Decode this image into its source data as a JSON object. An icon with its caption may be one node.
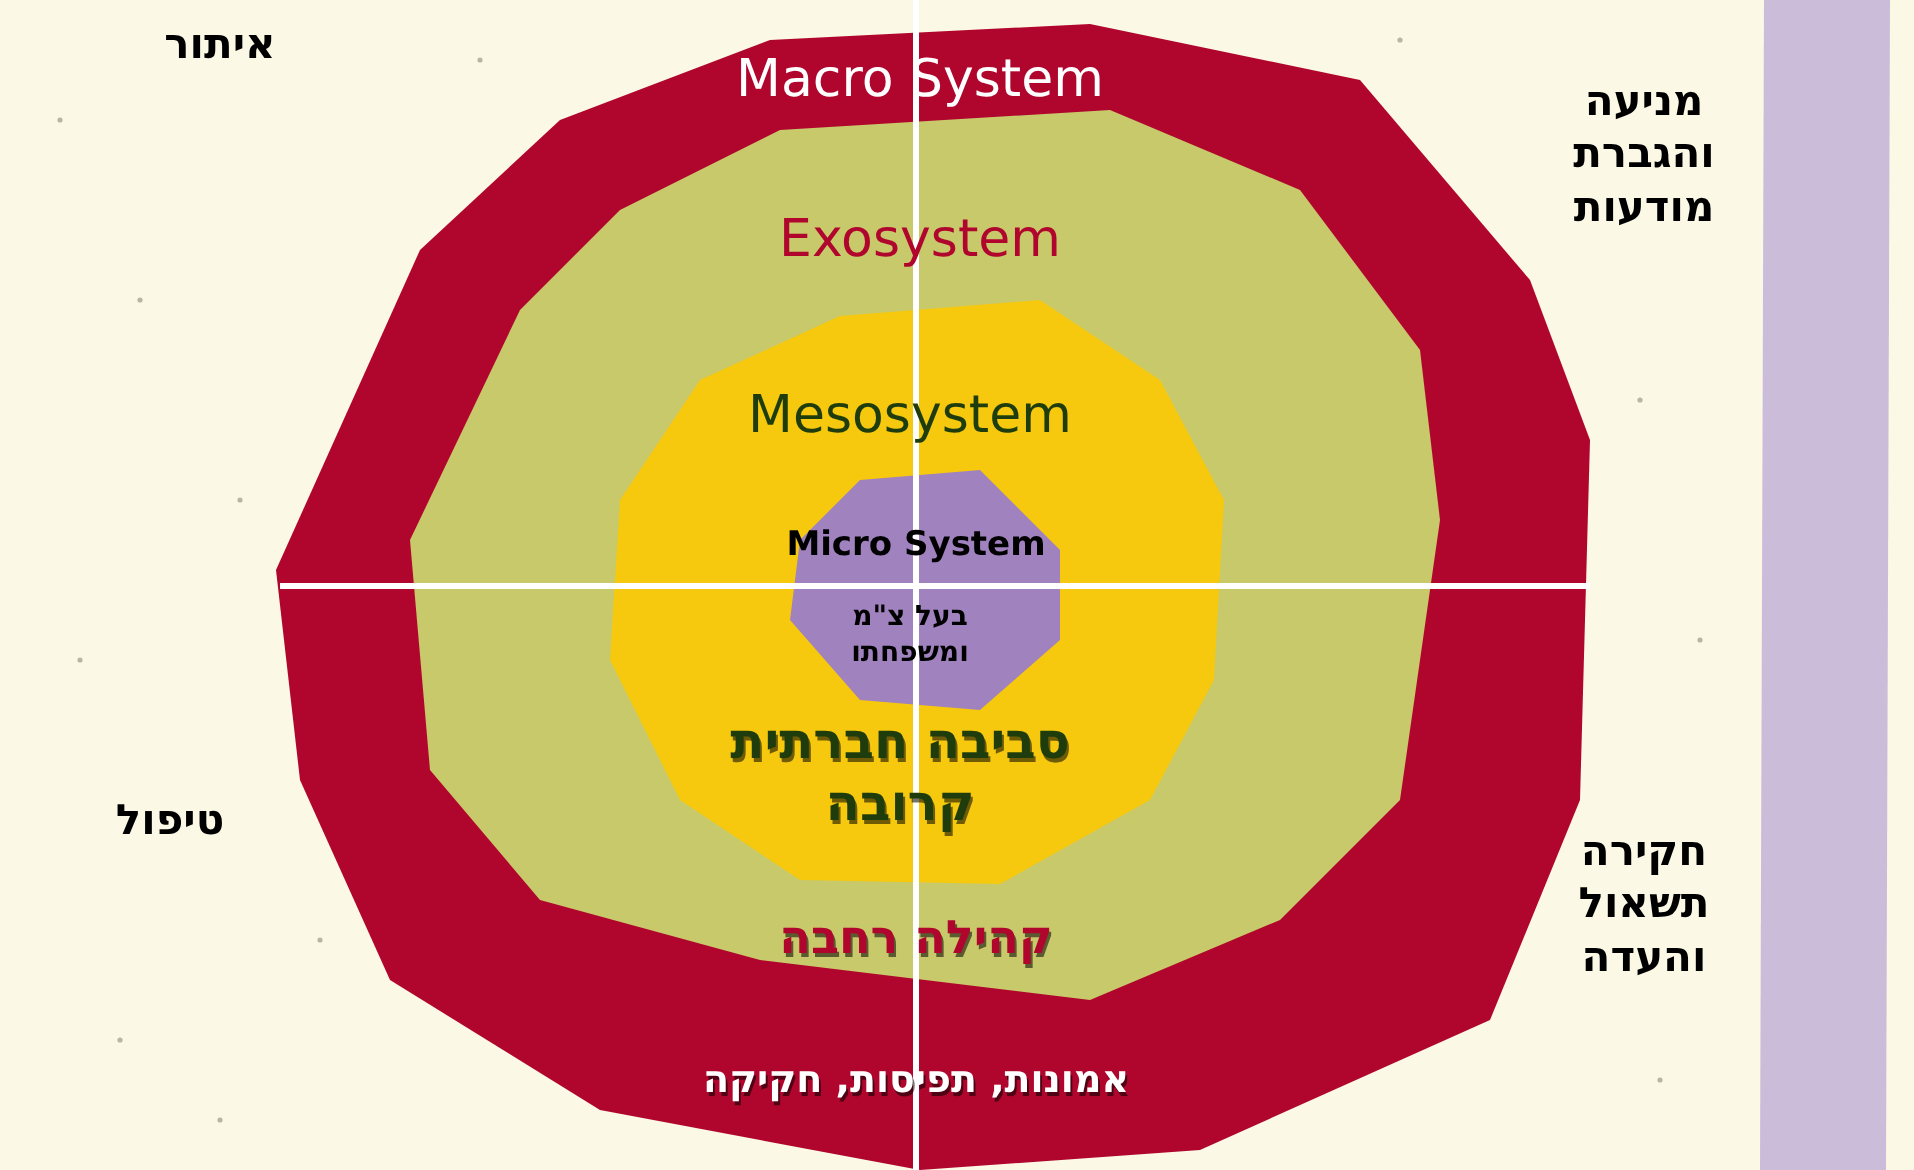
{
  "diagram": {
    "nodes": [
      {
        "text": [
          "Macro System",
          "אמונות, תפיסות, חקיקה"
        ]
      },
      {
        "text": [
          "Exosystem",
          "קהילה רחבה"
        ],
        "in": 0
      },
      {
        "text": [
          "Mesosystem",
          "סביבה חברתית קרובה"
        ],
        "in": 1
      },
      {
        "text": [
          "Micro System",
          "בעל צ\"מ ומשפחתו"
        ],
        "in": 2
      }
    ],
    "labels": [
      "איתור",
      "מניעה והגברת מודעות",
      "טיפול",
      "חקירה תשאול והעדה"
    ]
  }
}
